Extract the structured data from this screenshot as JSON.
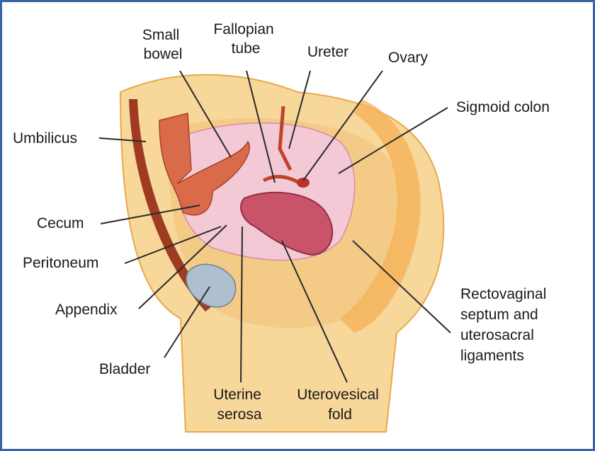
{
  "labels": {
    "small_bowel": [
      "Small",
      "bowel"
    ],
    "fallopian_tube": [
      "Fallopian",
      "tube"
    ],
    "ureter": "Ureter",
    "ovary": "Ovary",
    "sigmoid_colon": "Sigmoid colon",
    "umbilicus": "Umbilicus",
    "cecum": "Cecum",
    "peritoneum": "Peritoneum",
    "appendix": "Appendix",
    "bladder": "Bladder",
    "uterine_serosa": [
      "Uterine",
      "serosa"
    ],
    "uterovesical_fold": [
      "Uterovesical",
      "fold"
    ],
    "rectovaginal": [
      "Rectovaginal",
      "septum and",
      "uterosacral",
      "ligaments"
    ]
  },
  "colors": {
    "frame": "#3a63a8",
    "skin": "#f7d79a",
    "skin_edge": "#e8a94a",
    "peritoneum": "#f4c9d6",
    "uterus": "#c9546a",
    "bowel": "#d96b4a",
    "bladder": "#aebfcf"
  }
}
